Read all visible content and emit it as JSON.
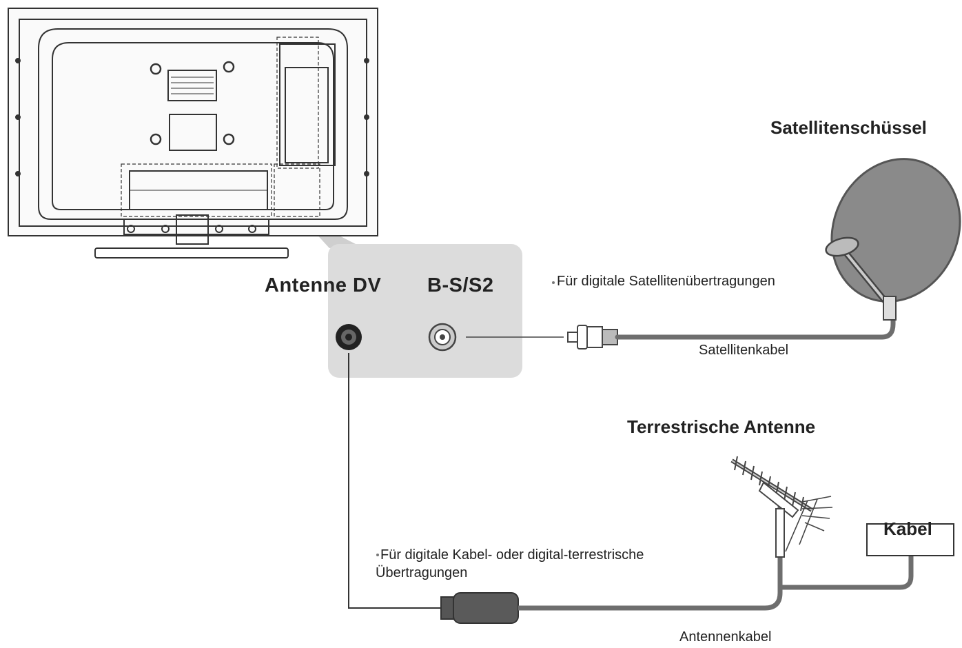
{
  "panel": {
    "antenna_port_label": "Antenne  DV",
    "satellite_port_label": "B-S/S2"
  },
  "satellite": {
    "title": "Satellitenschüssel",
    "note": "Für digitale Satellitenübertragungen",
    "cable_label": "Satellitenkabel"
  },
  "terrestrial": {
    "title": "Terrestrische Antenne",
    "cable_box_label": "Kabel",
    "note_line1": "Für digitale Kabel- oder digital-terrestrische",
    "note_line2": "Übertragungen",
    "cable_label": "Antennenkabel"
  },
  "colors": {
    "panel_bg": "#dcdcdc",
    "highlight": "#cfcfcf",
    "cable": "#6e6e6e",
    "line": "#333333",
    "dish_fill": "#8a8a8a"
  }
}
